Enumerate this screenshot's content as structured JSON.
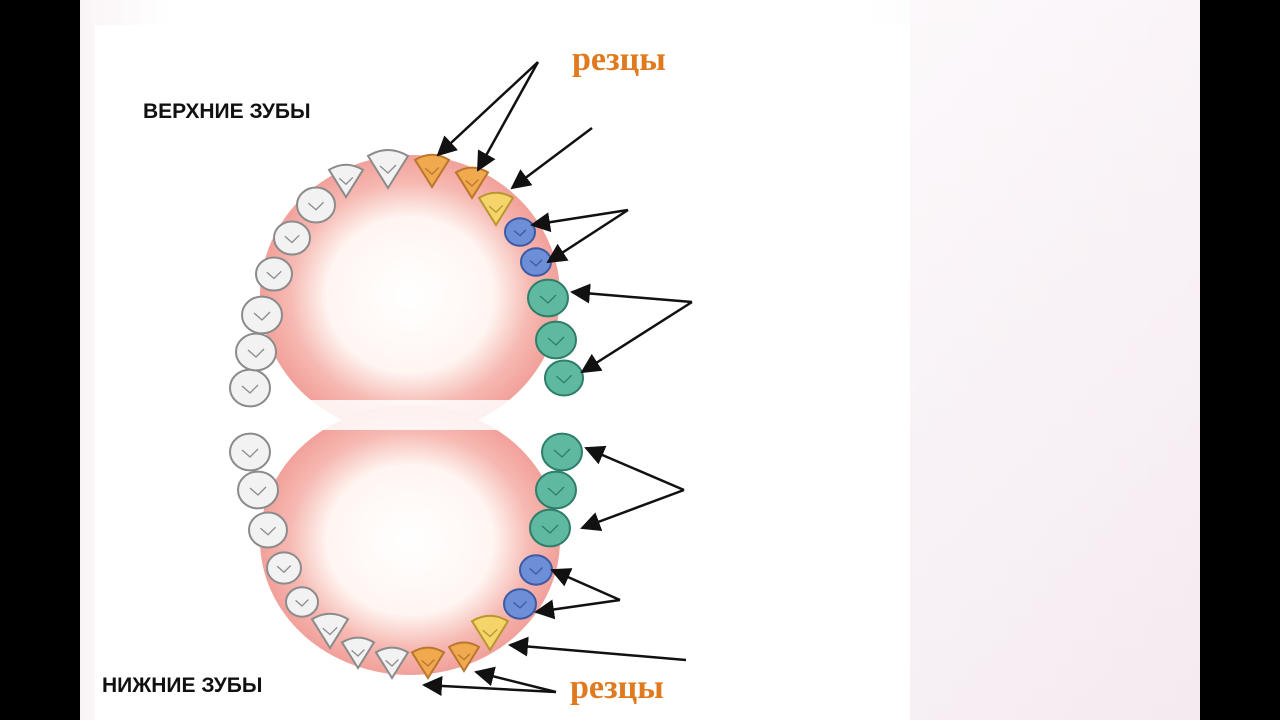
{
  "diagram": {
    "upper_title": "ВЕРХНИЕ ЗУБЫ",
    "lower_title": "НИЖНИЕ ЗУБЫ",
    "upper_incisors_label": "резцы",
    "lower_incisors_label": "резцы"
  },
  "colors": {
    "incisor": "#f1a94f",
    "canine": "#f5d56a",
    "premolar": "#6c8fd8",
    "molar": "#5fb8a0",
    "unlabeled": "#f2f2f2",
    "gum": "#f3a2a0",
    "label_orange": "#e07a1e"
  }
}
